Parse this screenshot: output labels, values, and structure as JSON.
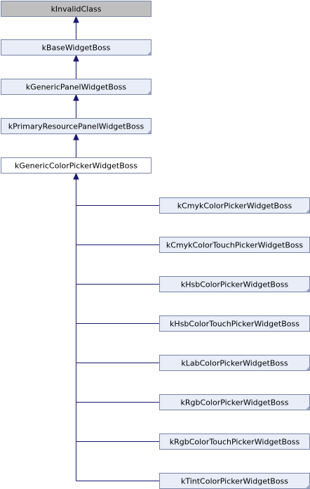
{
  "colors": {
    "root_fill": "#bfbfbf",
    "focus_fill": "#ffffff",
    "node_fill": "#e8edf8",
    "border": "#7a85a8",
    "edge": "#191970"
  },
  "ancestors": [
    "kInvalidClass",
    "kBaseWidgetBoss",
    "kGenericPanelWidgetBoss",
    "kPrimaryResourcePanelWidgetBoss"
  ],
  "focus": "kGenericColorPickerWidgetBoss",
  "children": [
    "kCmykColorPickerWidgetBoss",
    "kCmykColorTouchPickerWidgetBoss",
    "kHsbColorPickerWidgetBoss",
    "kHsbColorTouchPickerWidgetBoss",
    "kLabColorPickerWidgetBoss",
    "kRgbColorPickerWidgetBoss",
    "kRgbColorTouchPickerWidgetBoss",
    "kTintColorPickerWidgetBoss"
  ]
}
